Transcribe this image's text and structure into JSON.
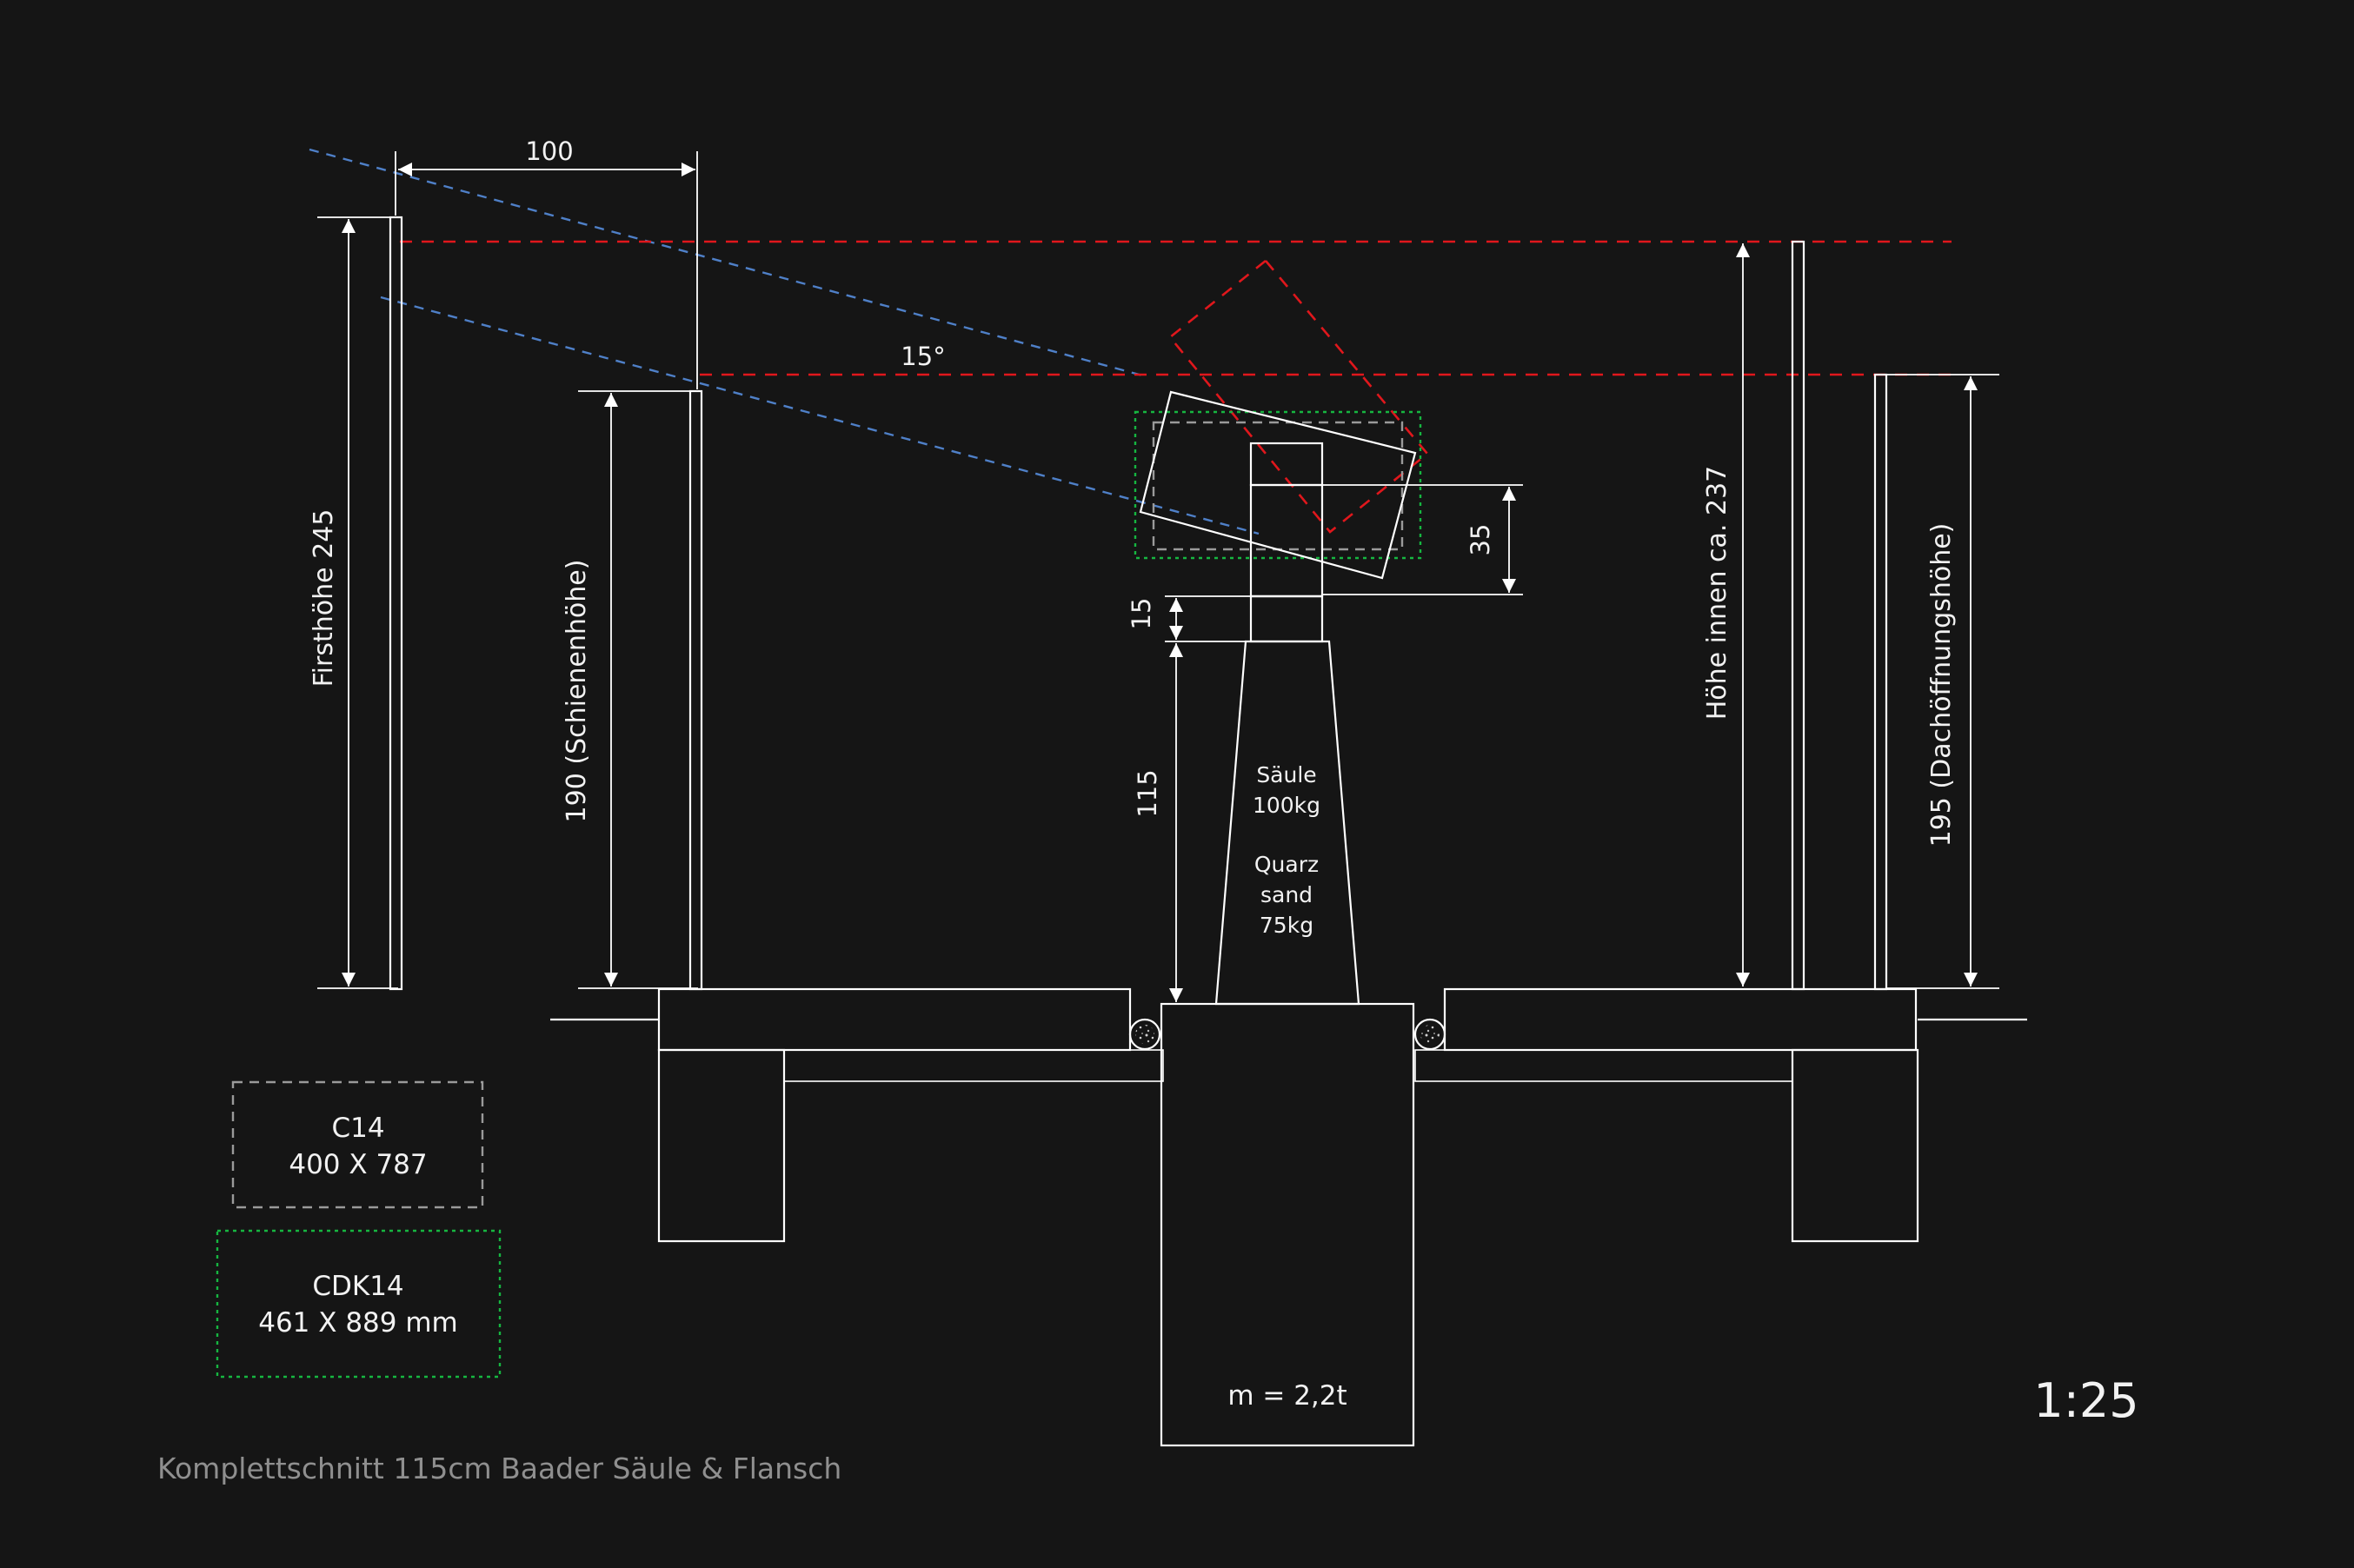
{
  "dimensions": {
    "top_span": "100",
    "angle": "15°",
    "firsthoehe": "Firsthöhe 245",
    "schienenhoehe": "190 (Schienenhöhe)",
    "hoehe_innen": "Höhe innen ca. 237",
    "dachoeffnung": "195 (Dachöffnungshöhe)",
    "flange_35": "35",
    "flange_15": "15",
    "pier_115": "115"
  },
  "pier": {
    "line1": "Säule",
    "line2": "100kg",
    "line3": "Quarz",
    "line4": "sand",
    "line5": "75kg"
  },
  "foundation": {
    "mass": "m = 2,2t"
  },
  "legend": {
    "c14_name": "C14",
    "c14_size": "400 X 787",
    "cdk14_name": "CDK14",
    "cdk14_size": "461 X 889 mm"
  },
  "scale": "1:25",
  "caption": "Komplettschnitt 115cm Baader Säule & Flansch",
  "colors": {
    "background": "#151515",
    "lines": "#ffffff",
    "opening_height": "#e0171c",
    "slope_lines": "#4f80c8",
    "c14_outline": "#9a9a9a",
    "cdk14_outline": "#16b640"
  }
}
